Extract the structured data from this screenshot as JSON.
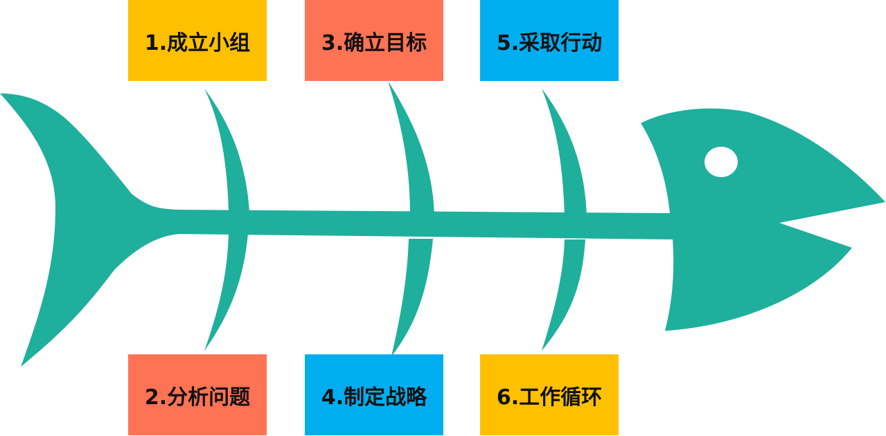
{
  "colors": {
    "fish": "#1FAF9D",
    "yellow": "#FFC000",
    "orange": "#FF7355",
    "blue": "#00AEEF"
  },
  "steps": [
    {
      "label": "1.成立小组",
      "color": "#FFC000"
    },
    {
      "label": "2.分析问题",
      "color": "#FF7355"
    },
    {
      "label": "3.确立目标",
      "color": "#FF7355"
    },
    {
      "label": "4.制定战略",
      "color": "#00AEEF"
    },
    {
      "label": "5.采取行动",
      "color": "#00AEEF"
    },
    {
      "label": "6.工作循环",
      "color": "#FFC000"
    }
  ]
}
